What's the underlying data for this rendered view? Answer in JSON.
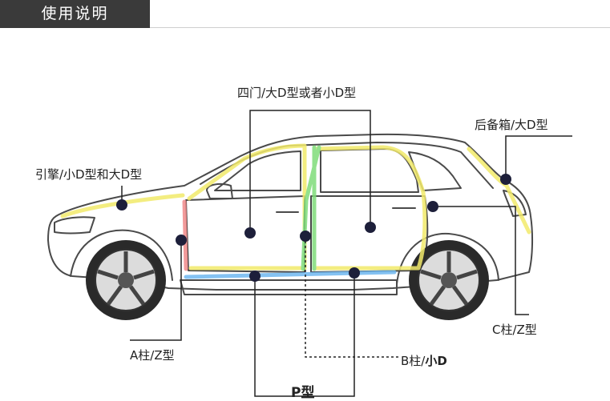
{
  "header": {
    "title": "使用说明"
  },
  "labels": {
    "four_doors": "四门/大D型或者小D型",
    "trunk": "后备箱/大D型",
    "hood": "引擎/小D型和大D型",
    "c_pillar": "C柱/Z型",
    "a_pillar": "A柱/Z型",
    "b_pillar": "B柱/",
    "b_pillar_suffix": "小D",
    "sill": "P型"
  },
  "colors": {
    "seal_yellow": "#f2ea6b",
    "seal_green": "#7fdc7a",
    "seal_blue": "#6fb8f0",
    "seal_red": "#f08a8a",
    "leader": "#222222",
    "marker": "#1d1f3a"
  }
}
